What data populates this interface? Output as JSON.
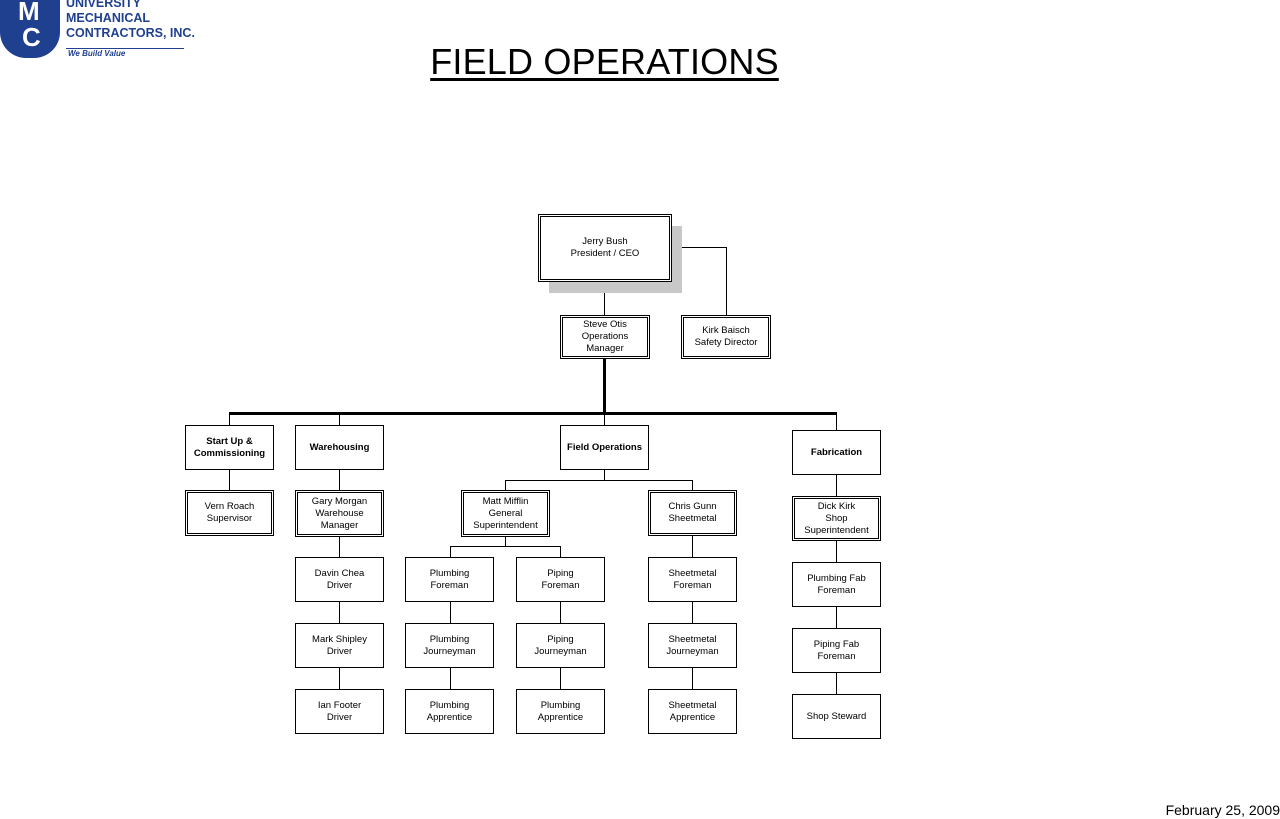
{
  "logo": {
    "mark_top": "M",
    "mark_bottom": "C",
    "company_line1": "UNIVERSITY",
    "company_line2": "MECHANICAL",
    "company_line3": "CONTRACTORS, INC.",
    "tagline": "We Build Value",
    "brand_color": "#1f3f8f"
  },
  "title": "FIELD OPERATIONS",
  "footer_date": "February 25, 2009",
  "org": {
    "ceo": "Jerry Bush\nPresident / CEO",
    "safety": "Kirk Baisch\nSafety Director",
    "ops_manager": "Steve Otis\nOperations\nManager",
    "departments": {
      "startup": "Start Up &\nCommissioning",
      "warehousing": "Warehousing",
      "field_ops": "Field Operations",
      "fabrication": "Fabrication"
    },
    "startup_staff": [
      "Vern Roach\nSupervisor"
    ],
    "warehouse_staff": [
      "Gary Morgan\nWarehouse\nManager",
      "Davin Chea\nDriver",
      "Mark Shipley\nDriver",
      "Ian Footer\nDriver"
    ],
    "general_super": "Matt Mifflin\nGeneral\nSuperintendent",
    "plumbing_staff": [
      "Plumbing\nForeman",
      "Plumbing\nJourneyman",
      "Plumbing\nApprentice"
    ],
    "piping_staff": [
      "Piping\nForeman",
      "Piping\nJourneyman",
      "Plumbing\nApprentice"
    ],
    "sheetmetal_staff": [
      "Chris Gunn\nSheetmetal",
      "Sheetmetal\nForeman",
      "Sheetmetal\nJourneyman",
      "Sheetmetal\nApprentice"
    ],
    "fabrication_staff": [
      "Dick Kirk\nShop\nSuperintendent",
      "Plumbing Fab\nForeman",
      "Piping Fab\nForeman",
      "Shop Steward"
    ]
  }
}
